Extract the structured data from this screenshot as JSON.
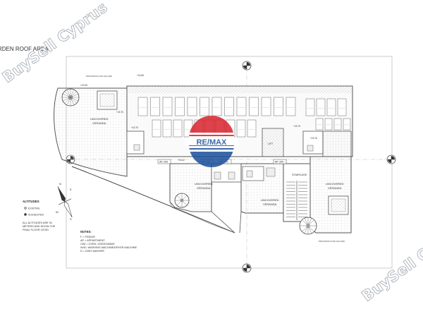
{
  "header": {
    "title": "RDEN ROOF AREA"
  },
  "rooms": {
    "veranda_left": [
      "UNCOVERED",
      "VERANDA"
    ],
    "veranda_201": [
      "UNCOVERED",
      "VERANDA"
    ],
    "veranda_204": [
      "UNCOVERED",
      "VERANDA"
    ],
    "veranda_right": [
      "UNCOVERED",
      "VERANDA"
    ],
    "staircase": "STAIRCASE"
  },
  "apartments": {
    "ap_203": "AP. 203",
    "ap_202": "AP. 202",
    "ap_201": "AP. 201",
    "ap_204": "AP. 204"
  },
  "markers": {
    "lift": "LIFT",
    "pergola_left": "PROVISION FOR JACUZZI",
    "pergola_right": "PROVISION FOR JACUZZI"
  },
  "levels": [
    "+15.95",
    "+16.56",
    "+15.76",
    "+15.76",
    "+15.76",
    "+15.76",
    "+15.62"
  ],
  "compass": {
    "n": "N",
    "e": "E",
    "s": "S",
    "w": "W"
  },
  "altitudes": {
    "title": "ALTITUDES:",
    "existing": "EXISTING",
    "suggested": "SUGGESTED",
    "note": [
      "ALL ALTITUDES ARE IN",
      "METERS AND SHOW THE",
      "FINAL FLOOR LEVEL"
    ]
  },
  "notes": {
    "title": "NOTES:",
    "lines": [
      "F = FRIDGE",
      "AP = APPARTMENT",
      "O/M = OVEN / MICROWAVE",
      "W/D= WASHING MACHINE/DRYER MACHINE",
      "D = DISH WASHER"
    ]
  },
  "logo": {
    "text": "RE/MAX"
  },
  "watermarks": {
    "top": "BuySell Cyprus",
    "bottom": "BuySell Cyprus"
  },
  "colors": {
    "line": "#555555",
    "light_line": "#999999",
    "hatch": "#c8c8c8",
    "remax_red": "#d9232d",
    "remax_blue": "#1a4f9c"
  }
}
